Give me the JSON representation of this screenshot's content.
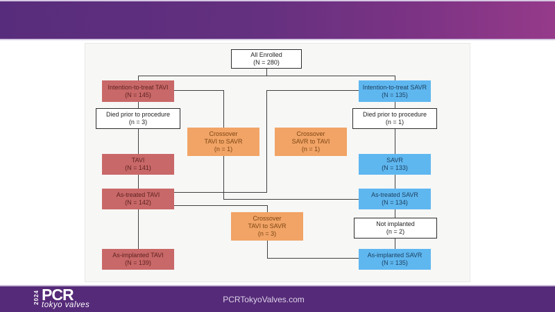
{
  "footer": {
    "website": "PCRTokyoValves.com",
    "logo": {
      "year": "2024",
      "brand": "PCR",
      "tagline": "tokyo valves"
    }
  },
  "colors": {
    "header_gradient_left": "#582c7c",
    "header_gradient_right": "#963a8a",
    "footer_bar": "#552a78",
    "tavi_red": "#c96868",
    "savr_blue": "#5fb7f0",
    "crossover_orange": "#f1a466",
    "box_white": "#ffffff",
    "connector": "#3f3f3f",
    "panel_bg": "#f7f7f6"
  },
  "nodes": [
    {
      "id": "all-enrolled",
      "color": "white",
      "lines": [
        "All Enrolled",
        "(N = 280)"
      ]
    },
    {
      "id": "itt-tavi",
      "color": "red",
      "lines": [
        "Intention-to-treat TAVI",
        "(N = 145)"
      ]
    },
    {
      "id": "died-prior-tavi",
      "color": "white",
      "lines": [
        "Died prior to procedure",
        "(n = 3)"
      ]
    },
    {
      "id": "tavi",
      "color": "red",
      "lines": [
        "TAVI",
        "(N = 141)"
      ]
    },
    {
      "id": "as-treated-tavi",
      "color": "red",
      "lines": [
        "As-treated TAVI",
        "(N = 142)"
      ]
    },
    {
      "id": "as-implanted-tavi",
      "color": "red",
      "lines": [
        "As-implanted TAVI",
        "(N = 139)"
      ]
    },
    {
      "id": "itt-savr",
      "color": "blue",
      "lines": [
        "Intention-to-treat SAVR",
        "(N = 135)"
      ]
    },
    {
      "id": "died-prior-savr",
      "color": "white",
      "lines": [
        "Died prior to procedure",
        "(n = 1)"
      ]
    },
    {
      "id": "savr",
      "color": "blue",
      "lines": [
        "SAVR",
        "(N = 133)"
      ]
    },
    {
      "id": "as-treated-savr",
      "color": "blue",
      "lines": [
        "As-treated SAVR",
        "(N = 134)"
      ]
    },
    {
      "id": "not-implanted",
      "color": "white",
      "lines": [
        "Not implanted",
        "(n = 2)"
      ]
    },
    {
      "id": "as-implanted-savr",
      "color": "blue",
      "lines": [
        "As-implanted SAVR",
        "(N = 135)"
      ]
    },
    {
      "id": "crossover-tavi-to-savr-1",
      "color": "orange",
      "lines": [
        "Crossover",
        "TAVI to SAVR",
        "(n = 1)"
      ]
    },
    {
      "id": "crossover-savr-to-tavi-1",
      "color": "orange",
      "lines": [
        "Crossover",
        "SAVR to TAVI",
        "(n = 1)"
      ]
    },
    {
      "id": "crossover-tavi-to-savr-3",
      "color": "orange",
      "lines": [
        "Crossover",
        "TAVI to SAVR",
        "(n = 3)"
      ]
    }
  ]
}
